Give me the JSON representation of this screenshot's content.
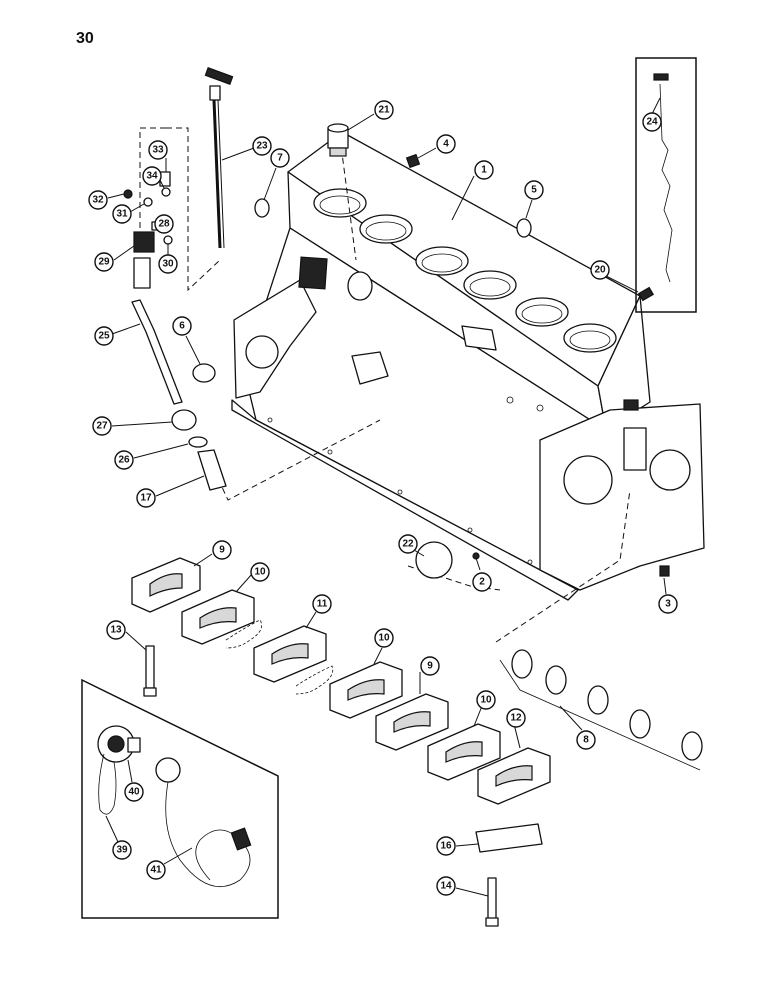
{
  "page": {
    "number": "30"
  },
  "callouts": [
    "1",
    "2",
    "3",
    "4",
    "5",
    "6",
    "7",
    "8",
    "9",
    "9",
    "10",
    "10",
    "10",
    "11",
    "12",
    "13",
    "14",
    "16",
    "17",
    "20",
    "21",
    "22",
    "23",
    "24",
    "25",
    "26",
    "27",
    "28",
    "29",
    "30",
    "31",
    "32",
    "33",
    "34",
    "39",
    "40",
    "41"
  ],
  "colors": {
    "ink": "#111111",
    "paper": "#ffffff"
  }
}
